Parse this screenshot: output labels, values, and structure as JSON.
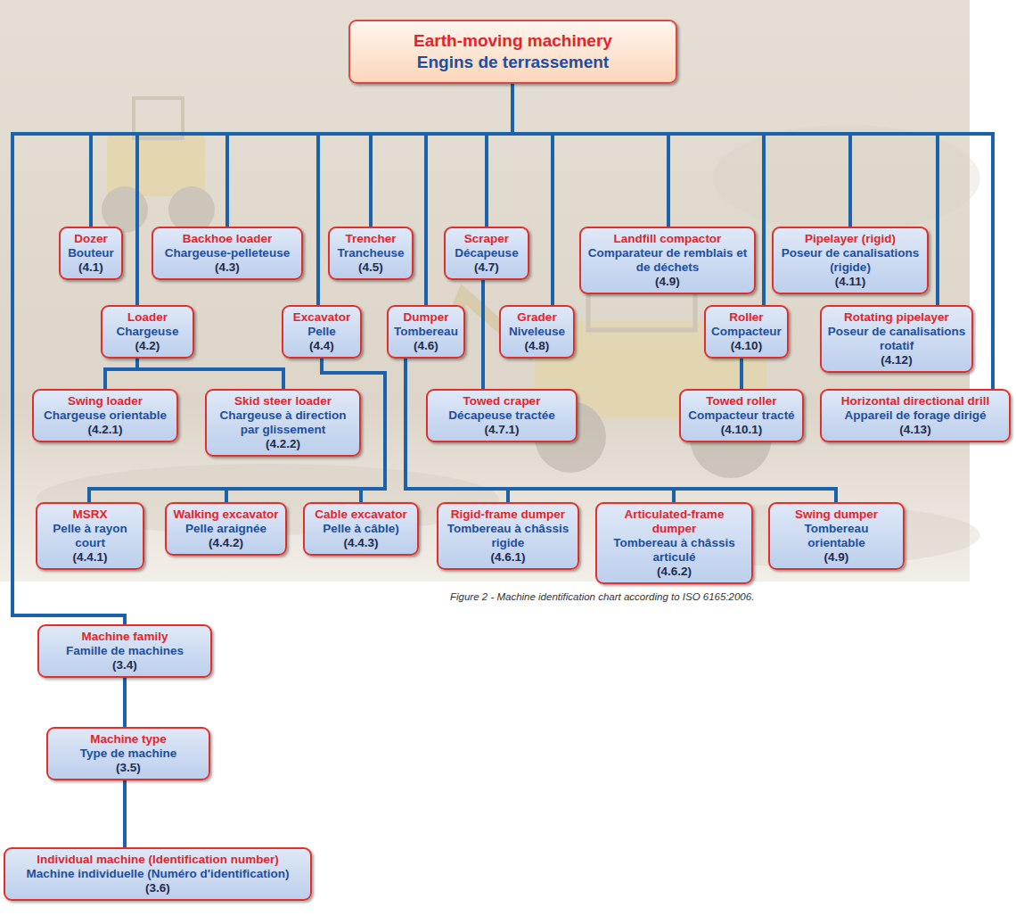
{
  "diagram": {
    "caption": "Figure 2 - Machine identification chart according to ISO 6165:2006.",
    "nodes": [
      {
        "text": [
          "Earth-moving machinery",
          "Engins de terrassement"
        ]
      },
      {
        "text": [
          "Dozer",
          "Bouteur",
          "(4.1)"
        ]
      },
      {
        "text": [
          "Backhoe loader",
          "Chargeuse-pelleteuse",
          "(4.3)"
        ]
      },
      {
        "text": [
          "Trencher",
          "Trancheuse",
          "(4.5)"
        ]
      },
      {
        "text": [
          "Scraper",
          "Décapeuse",
          "(4.7)"
        ]
      },
      {
        "text": [
          "Landfill compactor",
          "Comparateur de remblais et de déchets",
          "(4.9)"
        ]
      },
      {
        "text": [
          "Pipelayer (rigid)",
          "Poseur de canalisations (rigide)",
          "(4.11)"
        ]
      },
      {
        "text": [
          "Loader",
          "Chargeuse",
          "(4.2)"
        ]
      },
      {
        "text": [
          "Excavator",
          "Pelle",
          "(4.4)"
        ]
      },
      {
        "text": [
          "Dumper",
          "Tombereau",
          "(4.6)"
        ]
      },
      {
        "text": [
          "Grader",
          "Niveleuse",
          "(4.8)"
        ]
      },
      {
        "text": [
          "Roller",
          "Compacteur",
          "(4.10)"
        ]
      },
      {
        "text": [
          "Rotating pipelayer",
          "Poseur de canalisations rotatif",
          "(4.12)"
        ]
      },
      {
        "text": [
          "Swing loader",
          "Chargeuse orientable",
          "(4.2.1)"
        ]
      },
      {
        "text": [
          "Skid steer loader",
          "Chargeuse à direction par glissement",
          "(4.2.2)"
        ]
      },
      {
        "text": [
          "Towed craper",
          "Décapeuse tractée",
          "(4.7.1)"
        ]
      },
      {
        "text": [
          "Towed roller",
          "Compacteur tracté",
          "(4.10.1)"
        ]
      },
      {
        "text": [
          "Horizontal directional drill",
          "Appareil de forage dirigé",
          "(4.13)"
        ]
      },
      {
        "text": [
          "MSRX",
          "Pelle à rayon court",
          "(4.4.1)"
        ]
      },
      {
        "text": [
          "Walking excavator",
          "Pelle araignée",
          "(4.4.2)"
        ]
      },
      {
        "text": [
          "Cable excavator",
          "Pelle à câble)",
          "(4.4.3)"
        ]
      },
      {
        "text": [
          "Rigid-frame dumper",
          "Tombereau à châssis rigide",
          "(4.6.1)"
        ]
      },
      {
        "text": [
          "Articulated-frame dumper",
          "Tombereau à châssis articulé",
          "(4.6.2)"
        ]
      },
      {
        "text": [
          "Swing dumper",
          "Tombereau orientable",
          "(4.9)"
        ]
      },
      {
        "text": [
          "Machine family",
          "Famille de machines",
          "(3.4)"
        ]
      },
      {
        "text": [
          "Machine type",
          "Type de machine",
          "(3.5)"
        ]
      },
      {
        "text": [
          "Individual machine (Identification number)",
          "Machine individuelle (Numéro d'identification)",
          "(3.6)"
        ]
      }
    ],
    "edges": [
      {
        "from": 0,
        "to": 1,
        "arrow": "none"
      },
      {
        "from": 0,
        "to": 2,
        "arrow": "none"
      },
      {
        "from": 0,
        "to": 3,
        "arrow": "none"
      },
      {
        "from": 0,
        "to": 4,
        "arrow": "none"
      },
      {
        "from": 0,
        "to": 5,
        "arrow": "none"
      },
      {
        "from": 0,
        "to": 6,
        "arrow": "none"
      },
      {
        "from": 0,
        "to": 7,
        "arrow": "none"
      },
      {
        "from": 0,
        "to": 8,
        "arrow": "none"
      },
      {
        "from": 0,
        "to": 9,
        "arrow": "none"
      },
      {
        "from": 0,
        "to": 10,
        "arrow": "none"
      },
      {
        "from": 0,
        "to": 11,
        "arrow": "none"
      },
      {
        "from": 0,
        "to": 12,
        "arrow": "none"
      },
      {
        "from": 0,
        "to": 17,
        "arrow": "none"
      },
      {
        "from": 0,
        "to": 24,
        "arrow": "none"
      },
      {
        "from": 7,
        "to": 13,
        "arrow": "none"
      },
      {
        "from": 7,
        "to": 14,
        "arrow": "none"
      },
      {
        "from": 4,
        "to": 15,
        "arrow": "none"
      },
      {
        "from": 11,
        "to": 16,
        "arrow": "none"
      },
      {
        "from": 8,
        "to": 18,
        "arrow": "none"
      },
      {
        "from": 8,
        "to": 19,
        "arrow": "none"
      },
      {
        "from": 8,
        "to": 20,
        "arrow": "none"
      },
      {
        "from": 9,
        "to": 21,
        "arrow": "none"
      },
      {
        "from": 9,
        "to": 22,
        "arrow": "none"
      },
      {
        "from": 9,
        "to": 23,
        "arrow": "none"
      },
      {
        "from": 24,
        "to": 25,
        "arrow": "none"
      },
      {
        "from": 25,
        "to": 26,
        "arrow": "none"
      }
    ]
  }
}
